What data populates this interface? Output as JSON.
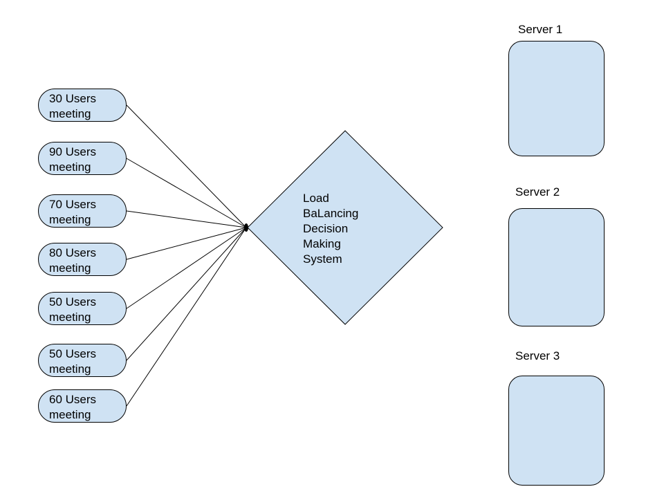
{
  "colors": {
    "shape_fill": "#cfe2f3",
    "stroke": "#000000",
    "background": "#ffffff"
  },
  "meetings": [
    {
      "line1": "30 Users",
      "line2": "meeting"
    },
    {
      "line1": "90 Users",
      "line2": "meeting"
    },
    {
      "line1": "70 Users",
      "line2": "meeting"
    },
    {
      "line1": "80 Users",
      "line2": "meeting"
    },
    {
      "line1": "50 Users",
      "line2": "meeting"
    },
    {
      "line1": "50 Users",
      "line2": "meeting"
    },
    {
      "line1": "60 Users",
      "line2": "meeting"
    }
  ],
  "load_balancer": {
    "lines": [
      "Load",
      "BaLancing",
      "Decision",
      "Making",
      "System"
    ]
  },
  "servers": [
    {
      "label": "Server 1"
    },
    {
      "label": "Server 2"
    },
    {
      "label": "Server 3"
    }
  ]
}
